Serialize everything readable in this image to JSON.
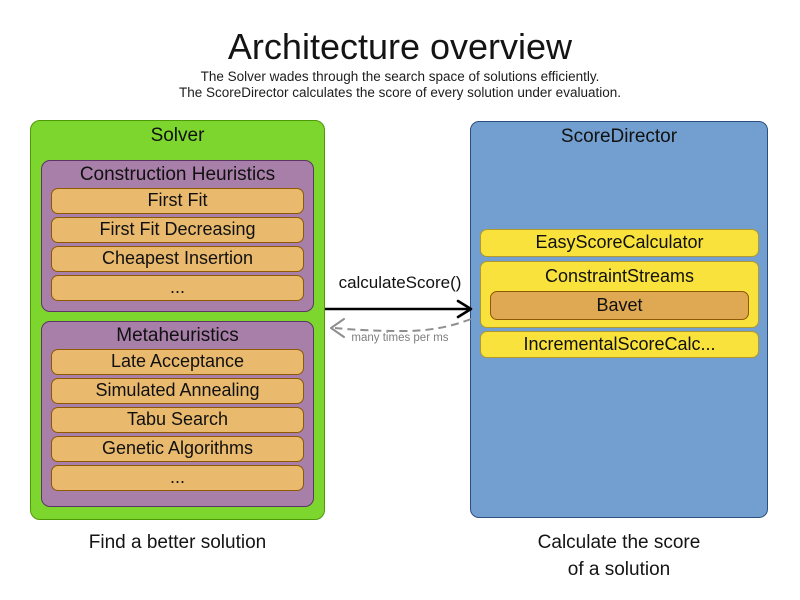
{
  "header": {
    "title": "Architecture overview",
    "subtitle1": "The Solver wades through the search space of solutions efficiently.",
    "subtitle2": "The ScoreDirector calculates the score of every solution under evaluation."
  },
  "solver": {
    "title": "Solver",
    "caption": "Find a better solution",
    "construction_heuristics": {
      "title": "Construction Heuristics",
      "items": [
        "First Fit",
        "First Fit Decreasing",
        "Cheapest Insertion",
        "..."
      ]
    },
    "metaheuristics": {
      "title": "Metaheuristics",
      "items": [
        "Late Acceptance",
        "Simulated Annealing",
        "Tabu Search",
        "Genetic Algorithms",
        "..."
      ]
    }
  },
  "score_director": {
    "title": "ScoreDirector",
    "caption_line1": "Calculate the score",
    "caption_line2": "of a solution",
    "calculators": {
      "easy": "EasyScoreCalculator",
      "constraint_streams": "ConstraintStreams",
      "bavet": "Bavet",
      "incremental": "IncrementalScoreCalc..."
    }
  },
  "interaction": {
    "call_label": "calculateScore()",
    "frequency_label": "many times per ms"
  },
  "colors": {
    "solver_fill": "#7cd62e",
    "solver_border": "#4e9a06",
    "phase_fill": "#a87fa8",
    "phase_border": "#5c3566",
    "algorithm_fill": "#e9b96e",
    "algorithm_border": "#8f5902",
    "score_director_fill": "#729fcf",
    "score_director_border": "#2b4f81",
    "calculator_fill": "#f8e23b",
    "calculator_border": "#b1992c",
    "bavet_fill": "#dfa953",
    "arrow_black": "#000000",
    "arrow_gray": "#8f8f8f"
  }
}
